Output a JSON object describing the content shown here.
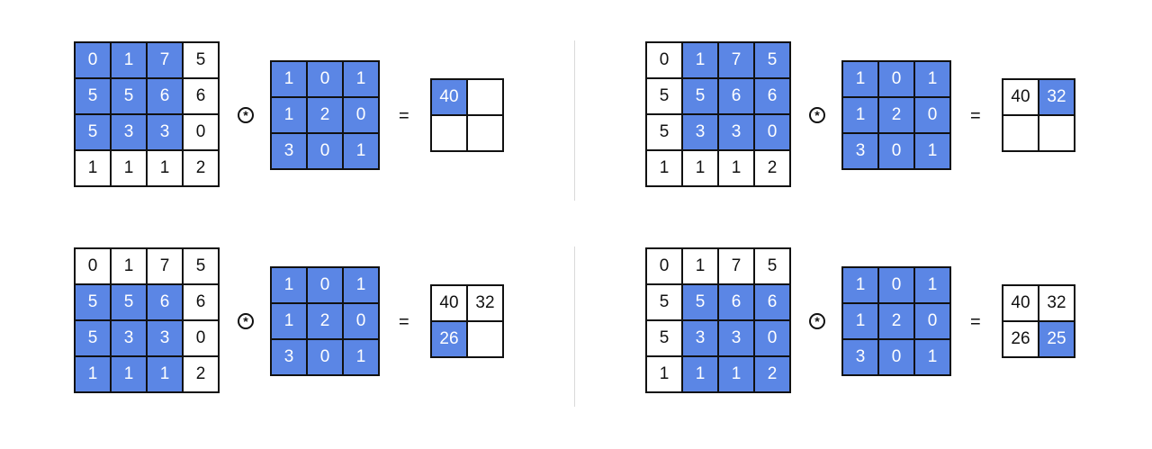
{
  "colors": {
    "highlight": "#5b86e5",
    "highlight_text": "#ffffff",
    "grid_line": "#111111",
    "divider": "#d9d9d9"
  },
  "operator_symbol": "*",
  "equals_symbol": "=",
  "input_matrix": [
    [
      "0",
      "1",
      "7",
      "5"
    ],
    [
      "5",
      "5",
      "6",
      "6"
    ],
    [
      "5",
      "3",
      "3",
      "0"
    ],
    [
      "1",
      "1",
      "1",
      "2"
    ]
  ],
  "kernel": [
    [
      "1",
      "0",
      "1"
    ],
    [
      "1",
      "2",
      "0"
    ],
    [
      "3",
      "0",
      "1"
    ]
  ],
  "steps": [
    {
      "window_row": 0,
      "window_col": 0,
      "output": [
        [
          "40",
          ""
        ],
        [
          "",
          ""
        ]
      ],
      "output_highlight": [
        0,
        0
      ]
    },
    {
      "window_row": 0,
      "window_col": 1,
      "output": [
        [
          "40",
          "32"
        ],
        [
          "",
          ""
        ]
      ],
      "output_highlight": [
        0,
        1
      ]
    },
    {
      "window_row": 1,
      "window_col": 0,
      "output": [
        [
          "40",
          "32"
        ],
        [
          "26",
          ""
        ]
      ],
      "output_highlight": [
        1,
        0
      ]
    },
    {
      "window_row": 1,
      "window_col": 1,
      "output": [
        [
          "40",
          "32"
        ],
        [
          "26",
          "25"
        ]
      ],
      "output_highlight": [
        1,
        1
      ]
    }
  ]
}
